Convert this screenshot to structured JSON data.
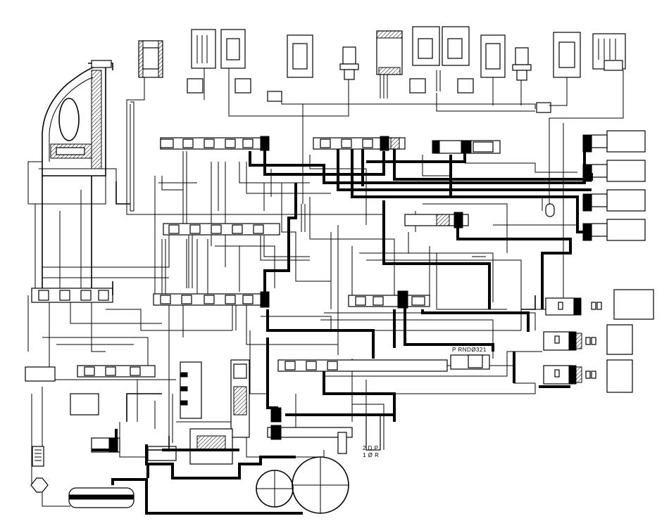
{
  "diagram": {
    "selector_label_top": "P  RNDØ321",
    "selector_label_bottom_1": "2 D  P",
    "selector_label_bottom_2": "1 Ø  R"
  }
}
